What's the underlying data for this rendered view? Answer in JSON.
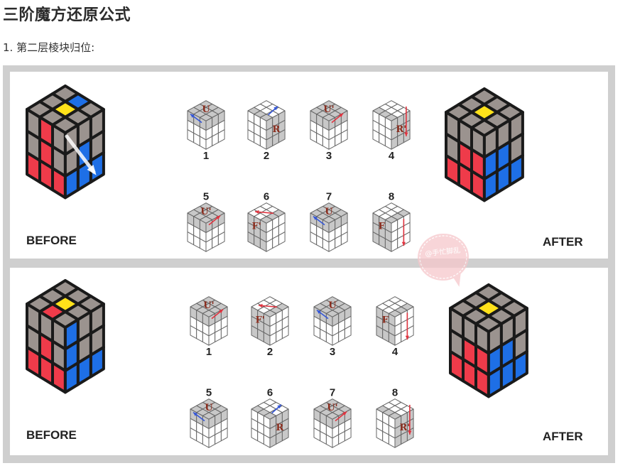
{
  "heading": "三阶魔方还原公式",
  "step_title": "1. 第二层棱块归位:",
  "figure": {
    "panels": [
      {
        "before_label": "BEFORE",
        "after_label": "AFTER",
        "moves": [
          {
            "num": "1",
            "move": "U"
          },
          {
            "num": "2",
            "move": "R"
          },
          {
            "num": "3",
            "move": "U'"
          },
          {
            "num": "4",
            "move": "R'"
          },
          {
            "num": "5",
            "move": "U'"
          },
          {
            "num": "6",
            "move": "F'"
          },
          {
            "num": "7",
            "move": "U"
          },
          {
            "num": "8",
            "move": "F"
          }
        ]
      },
      {
        "before_label": "BEFORE",
        "after_label": "AFTER",
        "moves": [
          {
            "num": "1",
            "move": "U'"
          },
          {
            "num": "2",
            "move": "F'"
          },
          {
            "num": "3",
            "move": "U"
          },
          {
            "num": "4",
            "move": "F"
          },
          {
            "num": "5",
            "move": "U"
          },
          {
            "num": "6",
            "move": "R"
          },
          {
            "num": "7",
            "move": "U'"
          },
          {
            "num": "8",
            "move": "R'"
          }
        ]
      }
    ],
    "watermark": "@手忙脚乱",
    "colors": {
      "red": "#ef3b4a",
      "blue": "#1e6fe6",
      "yellow": "#ffe21a",
      "gray": "#9b938f",
      "arrow_red": "#e0333f",
      "arrow_blue": "#3456d8"
    }
  }
}
